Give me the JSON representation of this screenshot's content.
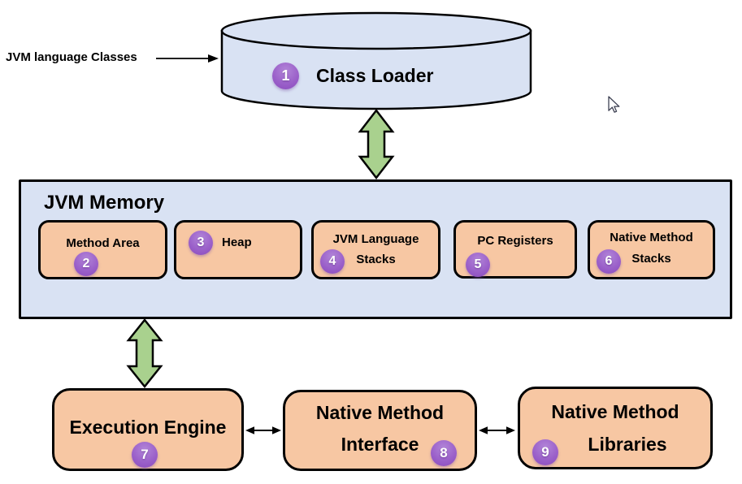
{
  "labels": {
    "input_arrow": "JVM language Classes"
  },
  "class_loader": {
    "number": "1",
    "title": "Class Loader"
  },
  "jvm_memory": {
    "title": "JVM Memory",
    "boxes": [
      {
        "number": "2",
        "label": "Method Area"
      },
      {
        "number": "3",
        "label": "Heap"
      },
      {
        "number": "4",
        "line1": "JVM Language",
        "line2": "Stacks"
      },
      {
        "number": "5",
        "label": "PC Registers"
      },
      {
        "number": "6",
        "line1": "Native Method",
        "line2": "Stacks"
      }
    ]
  },
  "bottom_row": {
    "execution_engine": {
      "number": "7",
      "label": "Execution Engine"
    },
    "native_method_interface": {
      "number": "8",
      "line1": "Native Method",
      "line2": "Interface"
    },
    "native_method_libraries": {
      "number": "9",
      "line1": "Native Method",
      "line2": "Libraries"
    }
  },
  "colors": {
    "background": "#ffffff",
    "container_fill": "#d9e2f3",
    "component_fill": "#f7c7a3",
    "badge_fill": "#9a5fc9",
    "arrow_green": "#a9d18e",
    "outline": "#000000"
  },
  "icons": {
    "cursor": "mouse-pointer-icon"
  }
}
